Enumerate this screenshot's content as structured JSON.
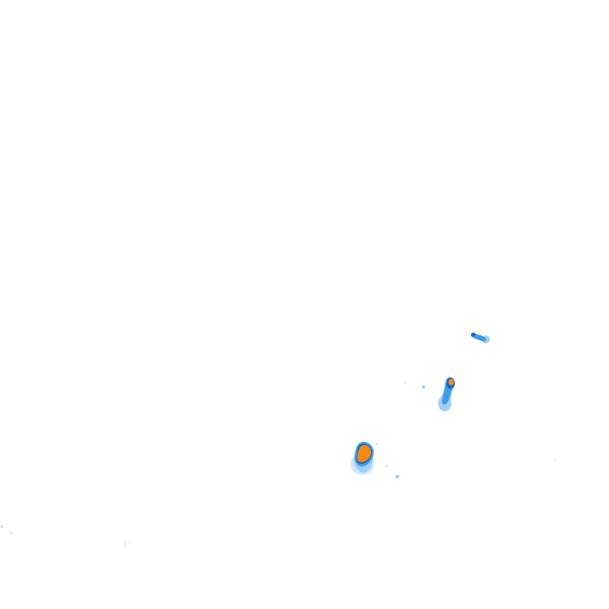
{
  "map": {
    "kind": "precipitation-radar-overlay",
    "background_color": "#ffffff",
    "intensity_palette": {
      "trace": "#cfe8fb",
      "light": "#9fd0f5",
      "moderate": "#3f9ae6",
      "heavy": "#1565c8",
      "intense": "#f28a12"
    },
    "echo_cells": [
      {
        "name": "cell-south",
        "peak_intensity": "intense"
      },
      {
        "name": "cell-middle",
        "peak_intensity": "intense"
      },
      {
        "name": "cell-north",
        "peak_intensity": "heavy"
      }
    ],
    "speckles": [
      {
        "name": "speckle-1",
        "intensity": "trace"
      },
      {
        "name": "speckle-2",
        "intensity": "trace"
      },
      {
        "name": "speckle-3",
        "intensity": "trace"
      },
      {
        "name": "speckle-4",
        "intensity": "light"
      },
      {
        "name": "speckle-5",
        "intensity": "trace"
      },
      {
        "name": "speckle-6",
        "intensity": "trace"
      },
      {
        "name": "speckle-7",
        "intensity": "trace"
      }
    ]
  }
}
